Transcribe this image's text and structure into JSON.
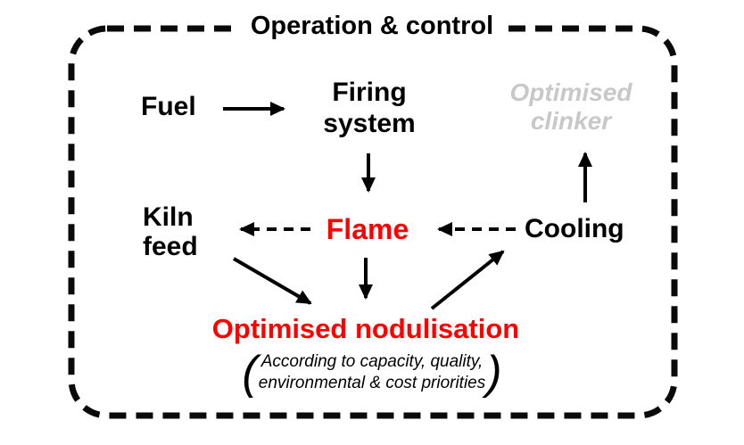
{
  "diagram": {
    "title": "Operation & control",
    "nodes": {
      "fuel": "Fuel",
      "firing_system": "Firing\nsystem",
      "optimised_clinker": "Optimised\nclinker",
      "kiln_feed": "Kiln\nfeed",
      "flame": "Flame",
      "cooling": "Cooling",
      "optimised_nodulisation": "Optimised nodulisation"
    },
    "note": {
      "paren_left": "(",
      "paren_right": ")",
      "text": "According to capacity, quality,\nenvironmental & cost priorities"
    },
    "colors": {
      "ink": "#000000",
      "highlight": "#ff0000",
      "muted": "#c8c8c8"
    }
  }
}
